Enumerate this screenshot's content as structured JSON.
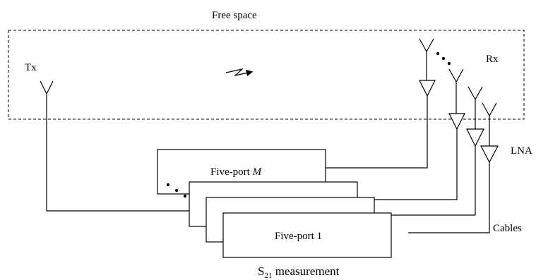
{
  "labels": {
    "free_space": "Free space",
    "tx": "Tx",
    "rx": "Rx",
    "lna": "LNA",
    "cables": "Cables",
    "five_port_m_prefix": "Five-port ",
    "five_port_m_italic": "M",
    "five_port_1": "Five-port 1",
    "s21_main": "S",
    "s21_sub": "21",
    "s21_rest": " measurement"
  },
  "icons": {
    "tx_antenna": "antenna-icon",
    "rx_antenna": "antenna-icon",
    "amplifier": "amplifier-triangle-icon",
    "wireless_link": "lightning-arrow-icon",
    "ellipsis": "vertical-dots-icon"
  },
  "colors": {
    "stroke": "#000000",
    "background": "#ffffff"
  }
}
